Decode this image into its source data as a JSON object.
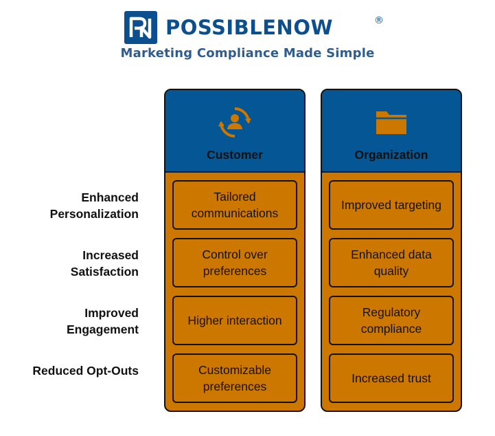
{
  "brand": {
    "logo_text": "PN",
    "name": "POSSIBLENOW",
    "registered_mark": "®",
    "tagline": "Marketing Compliance Made Simple",
    "colors": {
      "navy": "#0b4f8f",
      "header_blue": "#055694",
      "orange": "#cc7700"
    }
  },
  "rows": [
    {
      "label": "Enhanced Personalization"
    },
    {
      "label": "Increased Satisfaction"
    },
    {
      "label": "Improved Engagement"
    },
    {
      "label": "Reduced Opt-Outs"
    }
  ],
  "columns": [
    {
      "title": "Customer",
      "icon": "user-cycle-icon",
      "cells": [
        "Tailored communications",
        "Control over preferences",
        "Higher interaction",
        "Customizable preferences"
      ]
    },
    {
      "title": "Organization",
      "icon": "folder-icon",
      "cells": [
        "Improved targeting",
        "Enhanced data quality",
        "Regulatory compliance",
        "Increased trust"
      ]
    }
  ]
}
